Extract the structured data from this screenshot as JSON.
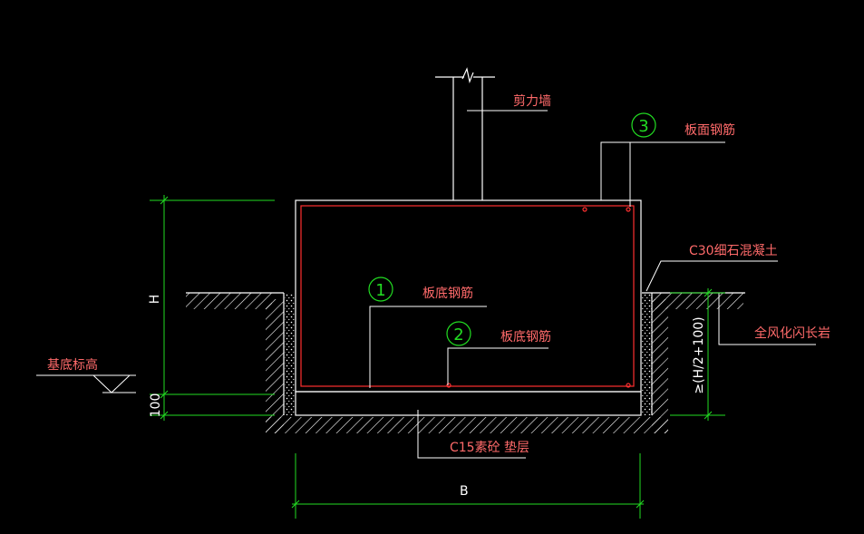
{
  "labels": {
    "shear_wall": "剪力墙",
    "top_rebar": "板面钢筋",
    "bottom_rebar_1": "板底钢筋",
    "bottom_rebar_2": "板底钢筋",
    "fine_concrete": "C30细石混凝土",
    "weathered_rock": "全风化闪长岩",
    "base_elevation": "基底标高",
    "cushion": "C15素砼 垫层",
    "width_b": "B",
    "height_h": "H",
    "thickness_100": "100",
    "depth_note": "≥(H/2+100)"
  },
  "markers": {
    "m1": "1",
    "m2": "2",
    "m3": "3"
  },
  "colors": {
    "background": "#000000",
    "structure": "#ffffff",
    "rebar": "#ff3030",
    "text_red": "#ff6a6a",
    "dimension": "#22dd22",
    "marker": "#22dd22"
  }
}
